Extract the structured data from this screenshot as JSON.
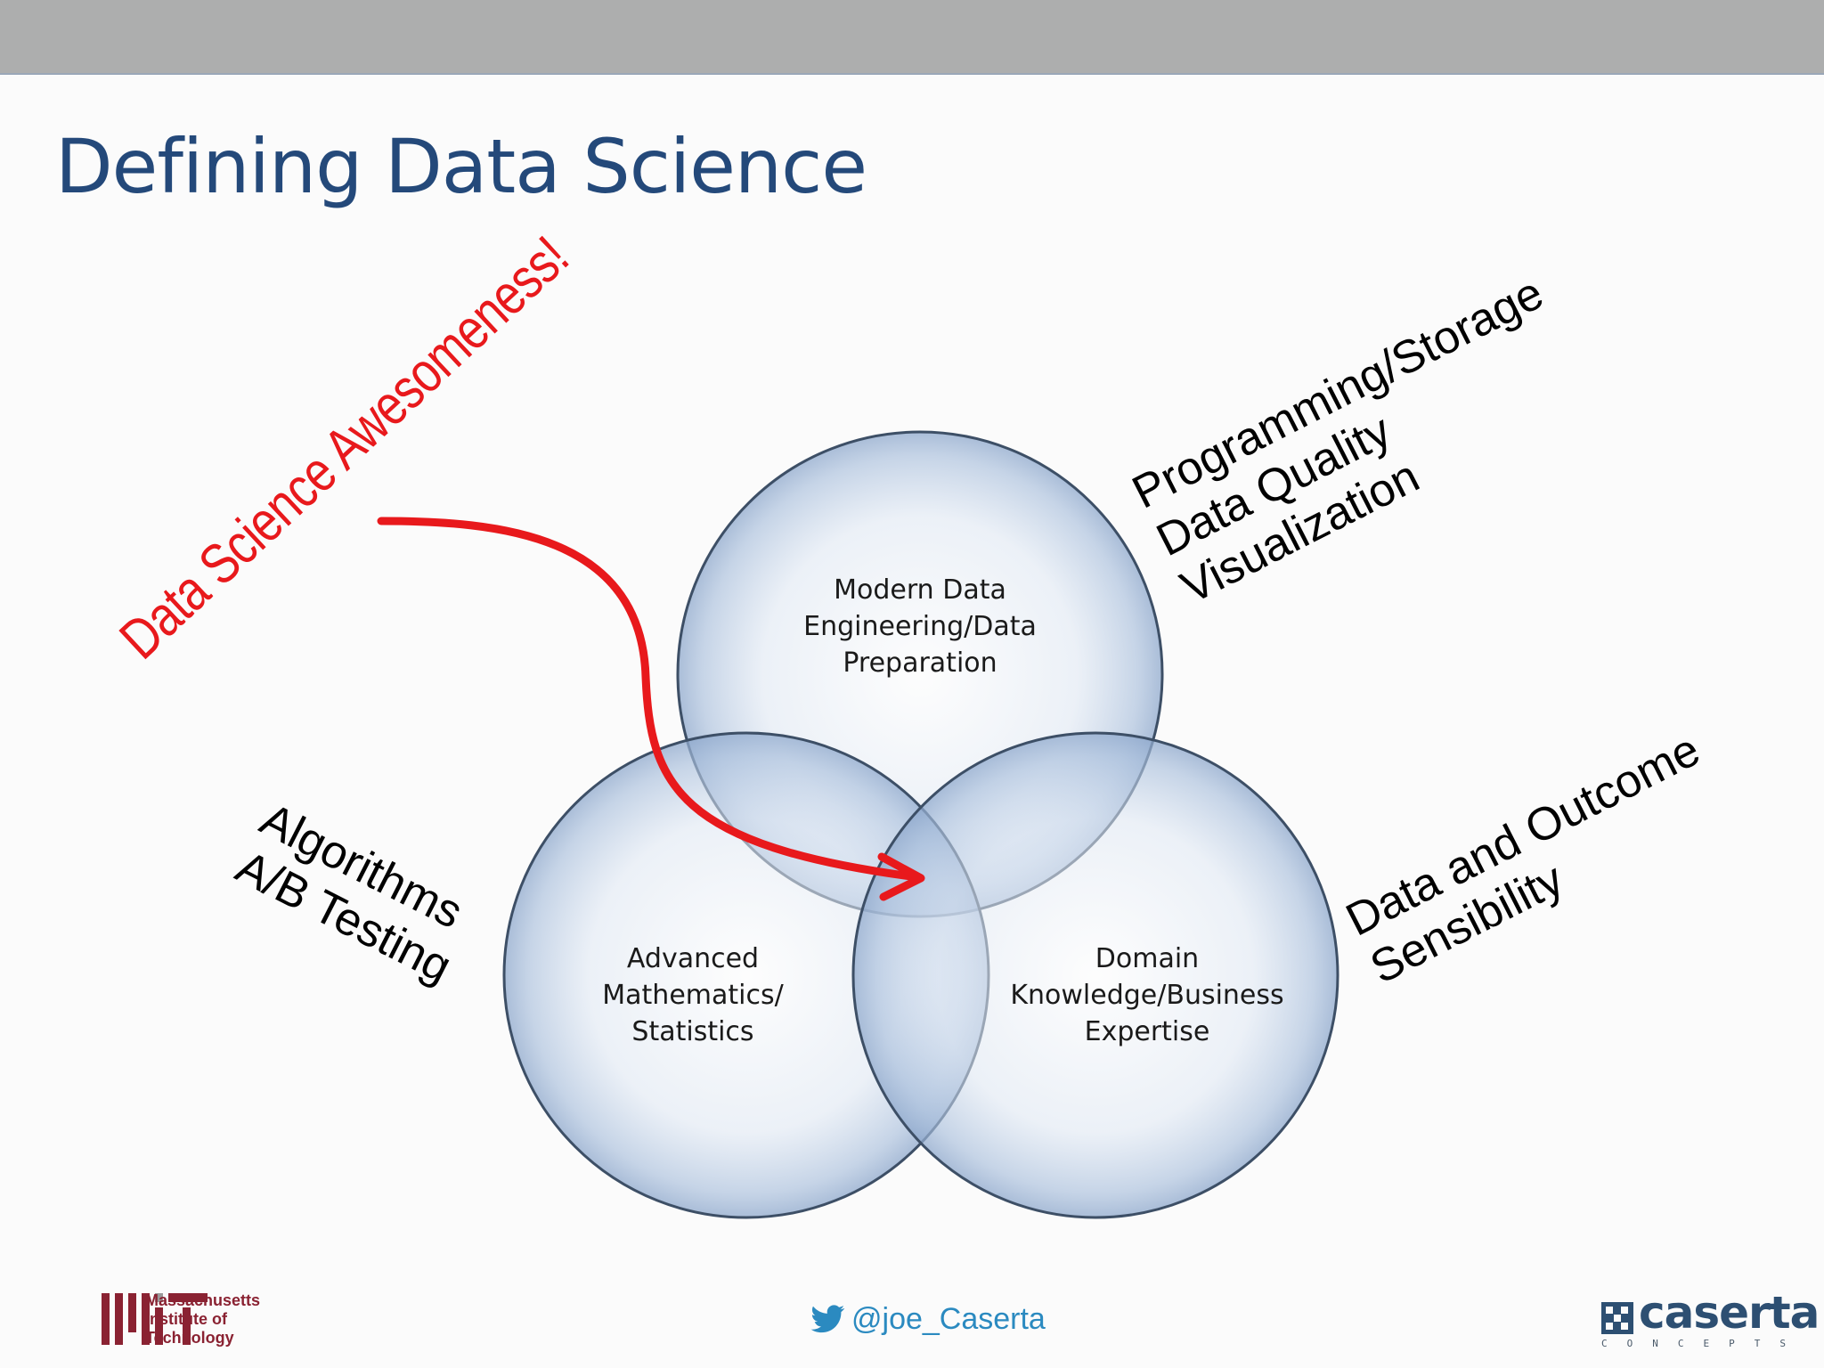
{
  "slide": {
    "title": "Defining Data Science"
  },
  "venn": {
    "top_circle": "Modern Data\nEngineering/Data\nPreparation",
    "left_circle": "Advanced\nMathematics/\nStatistics",
    "right_circle": "Domain\nKnowledge/Business\nExpertise"
  },
  "annotations": {
    "awesome": "Data Science Awesomeness!",
    "top_right": "Programming/Storage\nData Quality\nVisualization",
    "left": "Algorithms\nA/B Testing",
    "right": "Data and Outcome\nSensibility"
  },
  "footer": {
    "mit_text": "Massachusetts\nInstitute of\nTechnology",
    "twitter_handle": "@joe_Caserta",
    "caserta_logo": "caserta",
    "caserta_sub": "CONCEPTS"
  },
  "colors": {
    "title": "#24497a",
    "arrow": "#e8191c",
    "circle_edge": "#3d4f66",
    "mit": "#8a2232",
    "twitter": "#2b8ac0"
  }
}
